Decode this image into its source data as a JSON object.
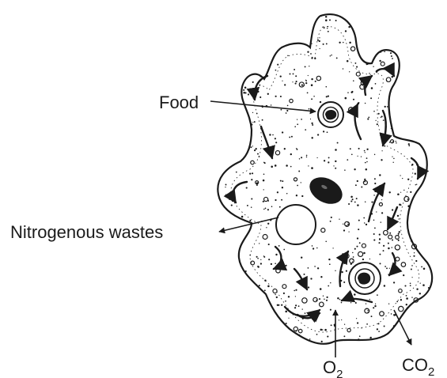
{
  "labels": {
    "food": "Food",
    "nitrogenous_wastes": "Nitrogenous wastes",
    "oxygen": {
      "base": "O",
      "sub": "2"
    },
    "carbon_dioxide": {
      "base": "CO",
      "sub": "2"
    }
  },
  "colors": {
    "ink": "#1a1a1a",
    "background": "#ffffff"
  }
}
